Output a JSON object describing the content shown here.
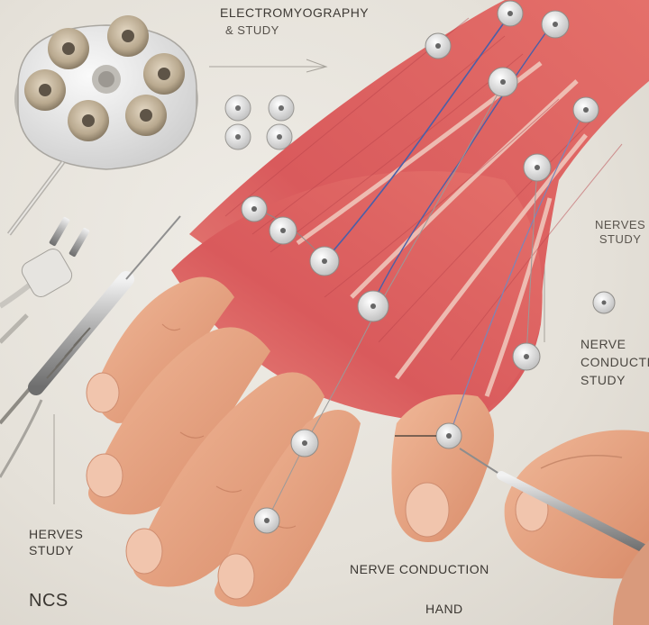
{
  "labels": {
    "title_line1": "ELECTROMYOGRAPHY",
    "title_line2": "& STUDY",
    "right_upper_line1": "NERVES",
    "right_upper_line2": "STUDY",
    "right_lower_line1": "NERVE",
    "right_lower_line2": "CONDUCTION",
    "right_lower_line3": "STUDY",
    "left_line1": "HERVES",
    "left_line2": "STUDY",
    "left_abbrev": "NCS",
    "bottom_main": "NERVE CONDUCTION",
    "bottom_sub": "HAND"
  },
  "colors": {
    "background": "#e8e4dc",
    "skin": "#e9a583",
    "skin_shadow": "#c97c5c",
    "muscle": "#d9585a",
    "muscle_light": "#ec9a93",
    "tendon": "#f3e6dc",
    "electrode": "#dcdcdc",
    "nerve": "#4a5fa8",
    "wire": "#9a9a9a"
  },
  "icons": {
    "electrode_hub": "electrode-hub-icon",
    "electrode_pad": "electrode-pad-icon",
    "plug": "plug-icon",
    "needle_probe": "needle-probe-icon",
    "stylus": "stylus-icon"
  }
}
